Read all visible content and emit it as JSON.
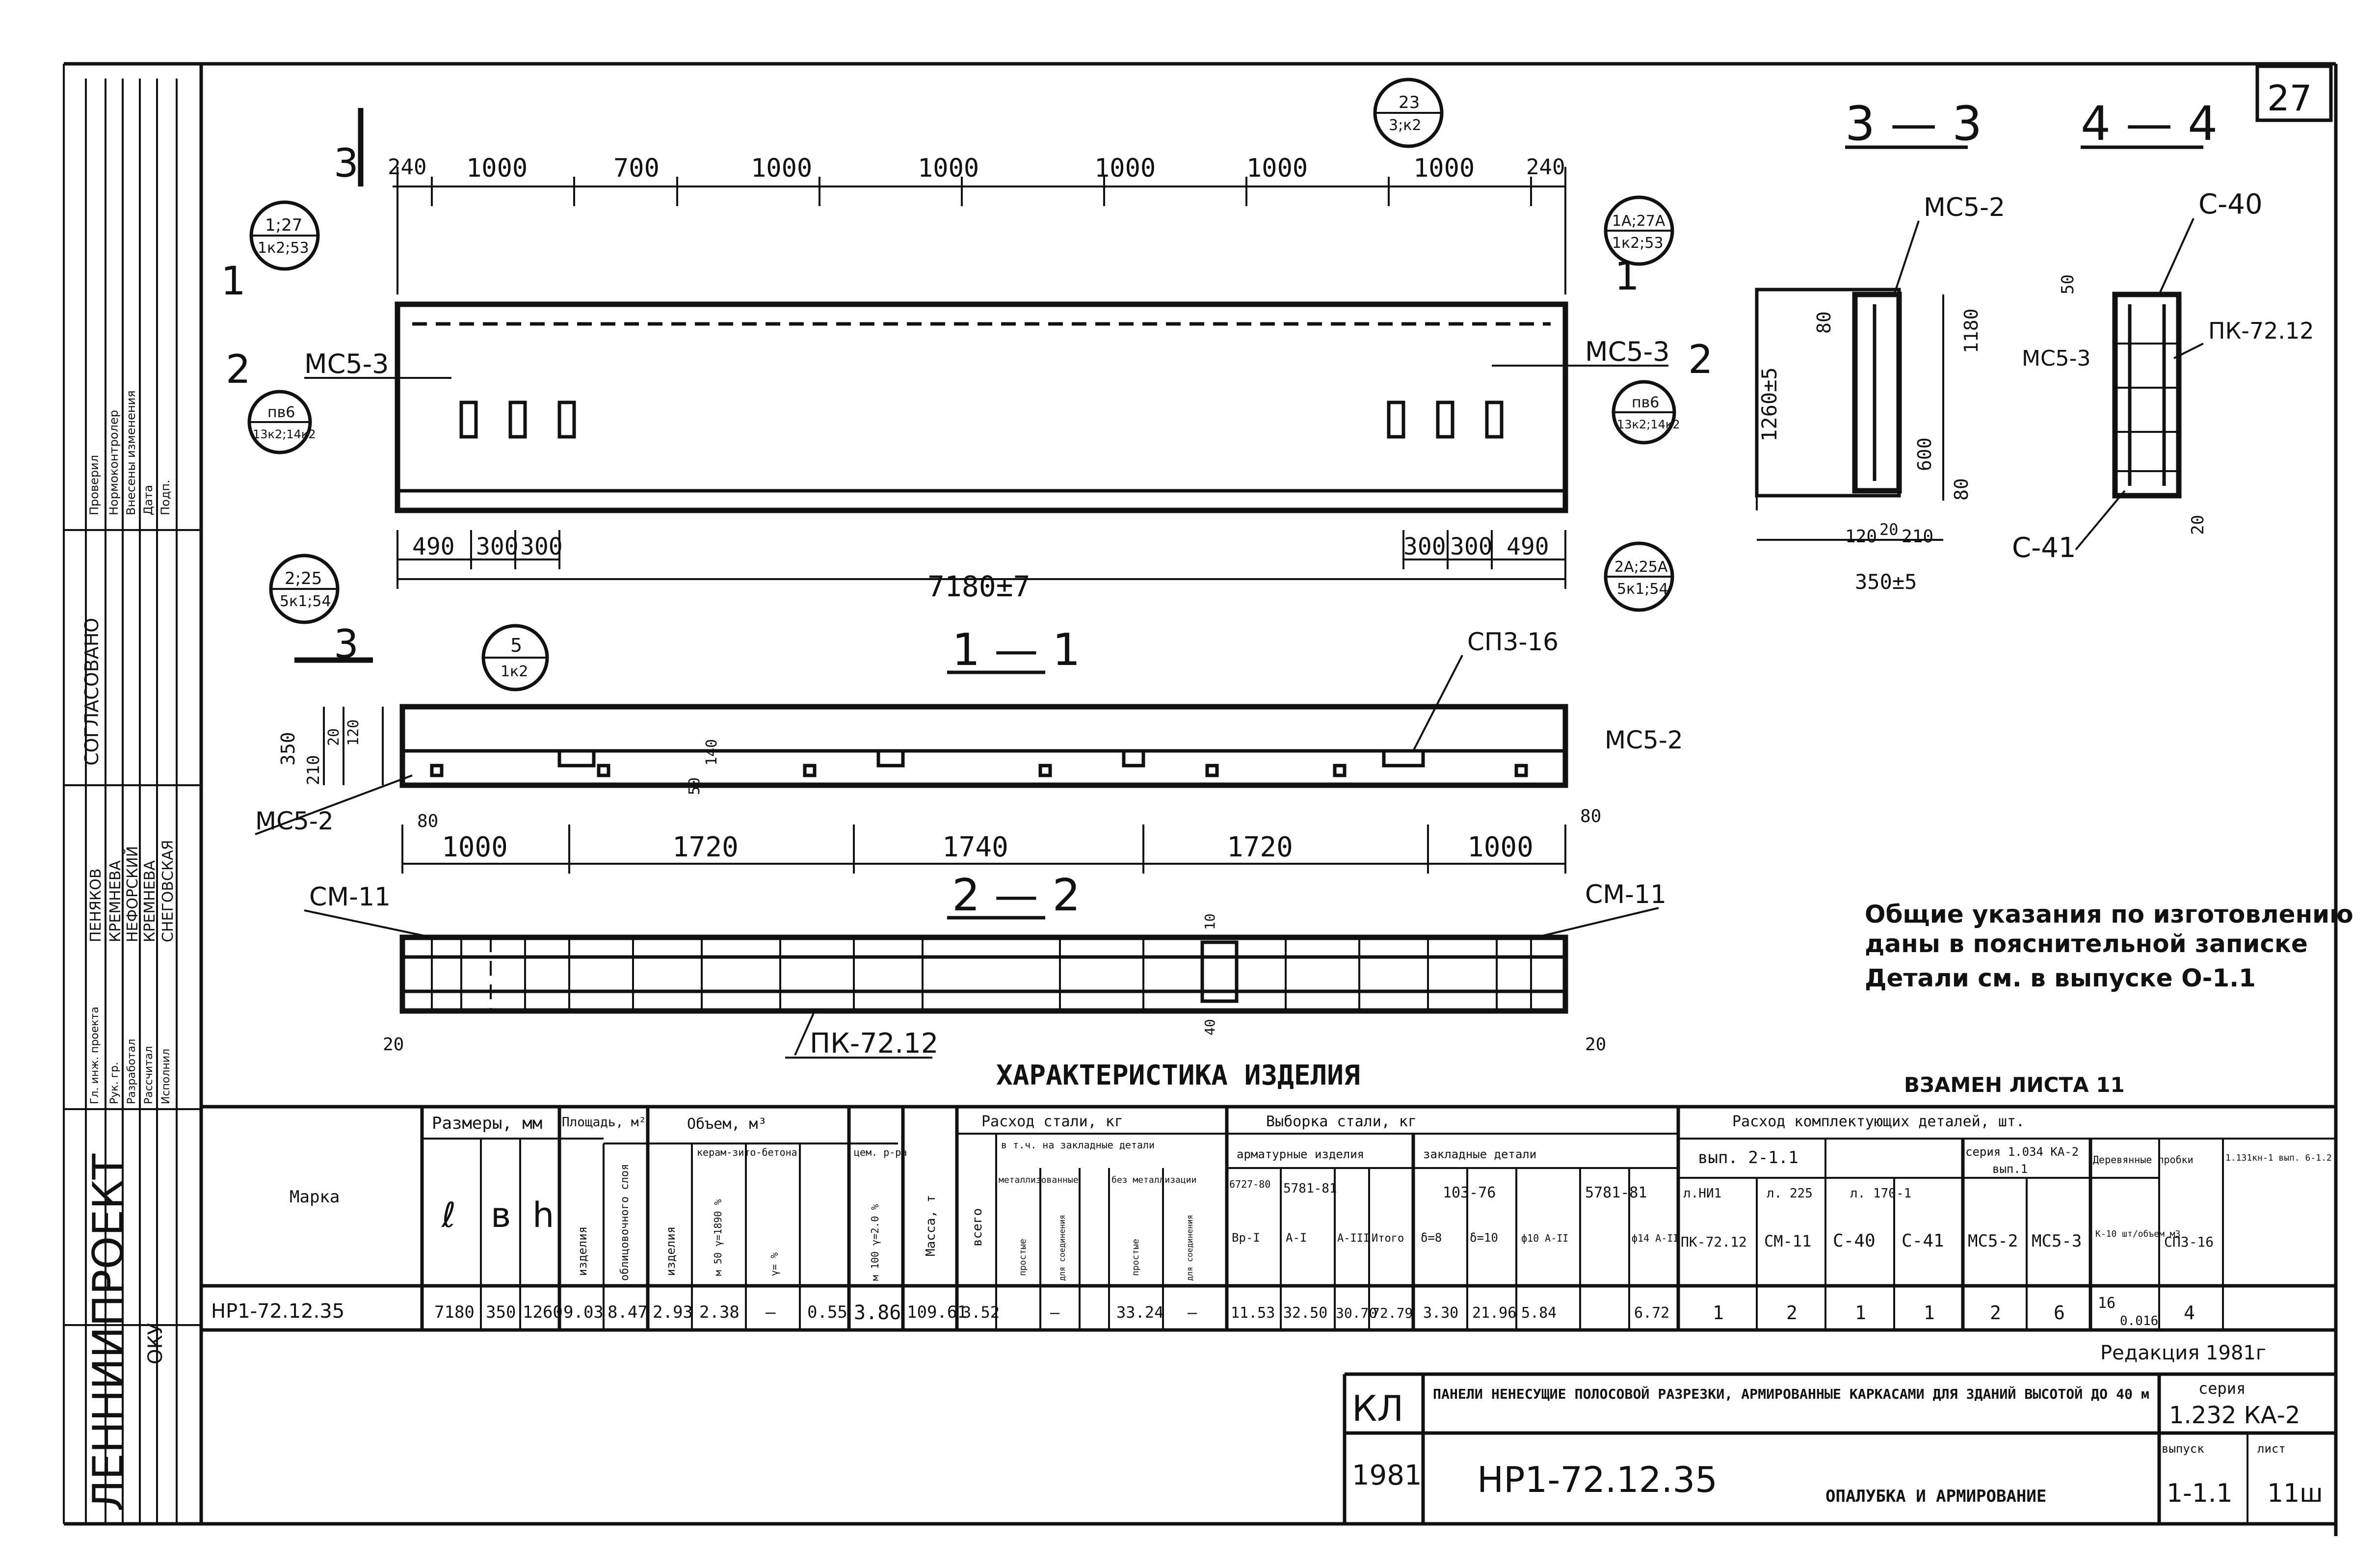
{
  "sheet_number": "27",
  "revision_mark": "11ш",
  "sections": {
    "s33": "3 — 3",
    "s44": "4 — 4",
    "s11": "1 — 1",
    "s22": "2 — 2"
  },
  "section_marks": {
    "m3_top": "3",
    "m3_bot": "3",
    "m1_left": "1",
    "m1_right": "1",
    "m2_left": "2",
    "m2_right": "2"
  },
  "elevation": {
    "top_dims": [
      "240",
      "1000",
      "700",
      "1000",
      "1000",
      "1000",
      "1000",
      "1000",
      "240"
    ],
    "bottom_dims_left": [
      "490",
      "300",
      "300"
    ],
    "bottom_dims_right": [
      "300",
      "300",
      "490"
    ],
    "overall": "7180±7",
    "labels": {
      "mc53_left": "МС5-3",
      "mc53_right": "МС5-3"
    },
    "callouts": [
      {
        "top": "1;27",
        "bot": "1к2;53"
      },
      {
        "top": "23",
        "bot": "3;к2"
      },
      {
        "top": "1А;27А",
        "bot": "1к2;53"
      },
      {
        "top": "пв6",
        "bot": "13к2;14к2"
      },
      {
        "top": "пв6",
        "bot": "13к2;14к2"
      },
      {
        "top": "2;25",
        "bot": "5к1;54"
      },
      {
        "top": "2А;25А",
        "bot": "5к1;54"
      },
      {
        "top": "5",
        "bot": "1к2"
      }
    ]
  },
  "section_11": {
    "height_dims": [
      "350",
      "210",
      "20",
      "120"
    ],
    "dim_50": "50",
    "dim_140": "140",
    "dim_80_left": "80",
    "dim_80_right": "80",
    "bottom_dims": [
      "1000",
      "1720",
      "1740",
      "1720",
      "1000"
    ],
    "labels": {
      "sp316": "СП3-16",
      "mc52_left": "МС5-2",
      "mc52_right": "МС5-2"
    }
  },
  "section_22": {
    "labels": {
      "cm11_left": "СМ-11",
      "cm11_right": "СМ-11",
      "pk": "ПК-72.12"
    },
    "dim_20_left": "20",
    "dim_20_right": "20",
    "dim_10": "10",
    "dim_40": "40"
  },
  "section_33_detail": {
    "labels": {
      "mc52": "МС5-2",
      "mc53": "МС5-3"
    },
    "dims": {
      "d80": "80",
      "d1180": "1180",
      "d1260": "1260±5",
      "d600": "600",
      "d80b": "80",
      "d120": "120",
      "d20": "20",
      "d210": "210",
      "d350": "350±5"
    }
  },
  "section_44_detail": {
    "labels": {
      "c40": "С-40",
      "pk": "ПК-72.12",
      "c41": "С-41"
    },
    "dims": {
      "d50": "50",
      "d20": "20"
    }
  },
  "notes": [
    "Общие указания по изготовлению",
    "даны в пояснительной записке",
    "Детали см. в выпуске  О-1.1"
  ],
  "replaces": "ВЗАМЕН ЛИСТА 11",
  "characteristics_title": "ХАРАКТЕРИСТИКА   ИЗДЕЛИЯ",
  "table": {
    "headers": {
      "mark": "Марка",
      "sizes": "Размеры, мм",
      "l": "ℓ",
      "b": "в",
      "h": "h",
      "area": "Площадь, м²",
      "area_item": "изделия",
      "area_facing": "облицовочного слоя",
      "volume": "Объем, м³",
      "vol_item": "изделия",
      "vol_ceram": "керам-зито-бетона",
      "vol_cem": "цем. р-ра",
      "vol_m50": "м 50 γ=1890 %",
      "vol_g": "γ= %",
      "vol_m100": "м 100 γ=2.0 %",
      "mass": "Масса, т",
      "steel": "Расход стали, кг",
      "steel_all": "всего",
      "steel_incl": "в т.ч. на закладные детали",
      "steel_metal": "металлизованные",
      "steel_nometal": "без металлизации",
      "steel_simple1": "простые",
      "steel_conn1": "для соединения",
      "steel_simple2": "простые",
      "steel_conn2": "для соединения",
      "sample": "Выборка стали,        кг",
      "rebar": "арматурные изделия",
      "g6727": "6727-80",
      "g5781a": "5781-81",
      "aI": "Вр-I",
      "aII": "А-I",
      "aIII": "А-III",
      "itogo": "Итого",
      "embedded": "закладные детали",
      "g10376": "103-76",
      "g5781b": "5781-81",
      "s8": "δ=8",
      "s10": "δ=10",
      "p10": "ф10 А-II",
      "p14": "ф14 А-II",
      "components": "Расход комплектующих деталей,  шт.",
      "vyp": "вып. 2-1.1",
      "seria": "серия 1.034 КА-2",
      "seria_vyp": "вып.1",
      "wood": "Деревянные пробки",
      "ser113": "1.131кн-1 вып. 6-1.2",
      "an41": "л.НИ1",
      "a225": "л. 225",
      "a1701": "л. 170-1",
      "pk": "ПК-72.12",
      "cm": "СМ-11",
      "c40": "С-40",
      "c41": "С-41",
      "mc52": "МС5-2",
      "mc53": "МС5-3",
      "k10": "К-10 шт/объем м3",
      "sp316": "СП3-16"
    },
    "row": [
      "НР1-72.12.35",
      "7180",
      "350",
      "1260",
      "9.03",
      "8.47",
      "2.93",
      "2.38",
      "—",
      "0.55",
      "3.86",
      "109.61",
      "3.52",
      "—",
      "33.24",
      "—",
      "11.53",
      "32.50",
      "30.70",
      "72.79",
      "3.30",
      "21.96",
      "5.84",
      "6.72",
      "1",
      "2",
      "1",
      "1",
      "2",
      "6",
      "16",
      "0.016",
      "4"
    ]
  },
  "edition": "Редакция 1981г",
  "title_block": {
    "kl": "КЛ",
    "title": "ПАНЕЛИ НЕНЕСУЩИЕ ПОЛОСОВОЙ РАЗРЕЗКИ, АРМИРОВАННЫЕ КАРКАСАМИ ДЛЯ ЗДАНИЙ ВЫСОТОЙ ДО 40 м",
    "year": "1981",
    "mark": "НР1-72.12.35",
    "subtitle": "ОПАЛУБКА И АРМИРОВАНИЕ",
    "series_label": "серия",
    "series": "1.232 КА-2",
    "issue_label": "выпуск",
    "issue": "1-1.1",
    "sheet_label": "лист",
    "sheet": "11ш"
  },
  "side_stamp": {
    "org": "ЛЕННИИПРОЕКТ",
    "ok": "ОКУ",
    "agreed": "СОГЛАСОВАНО",
    "roles_top": [
      "Проверил",
      "Нормоконтролер",
      "Внесены изменения",
      "Дата",
      "Подп."
    ],
    "roles": [
      "Гл. инж. проекта",
      "Рук. гр.",
      "Разработал",
      "Рассчитал",
      "Исполнил"
    ],
    "names": [
      "ПЕНЯКОВ",
      "КРЕМНЕВА",
      "НЕФОРСКИЙ",
      "КРЕМНЕВА",
      "СНЕГОВСКАЯ"
    ]
  }
}
